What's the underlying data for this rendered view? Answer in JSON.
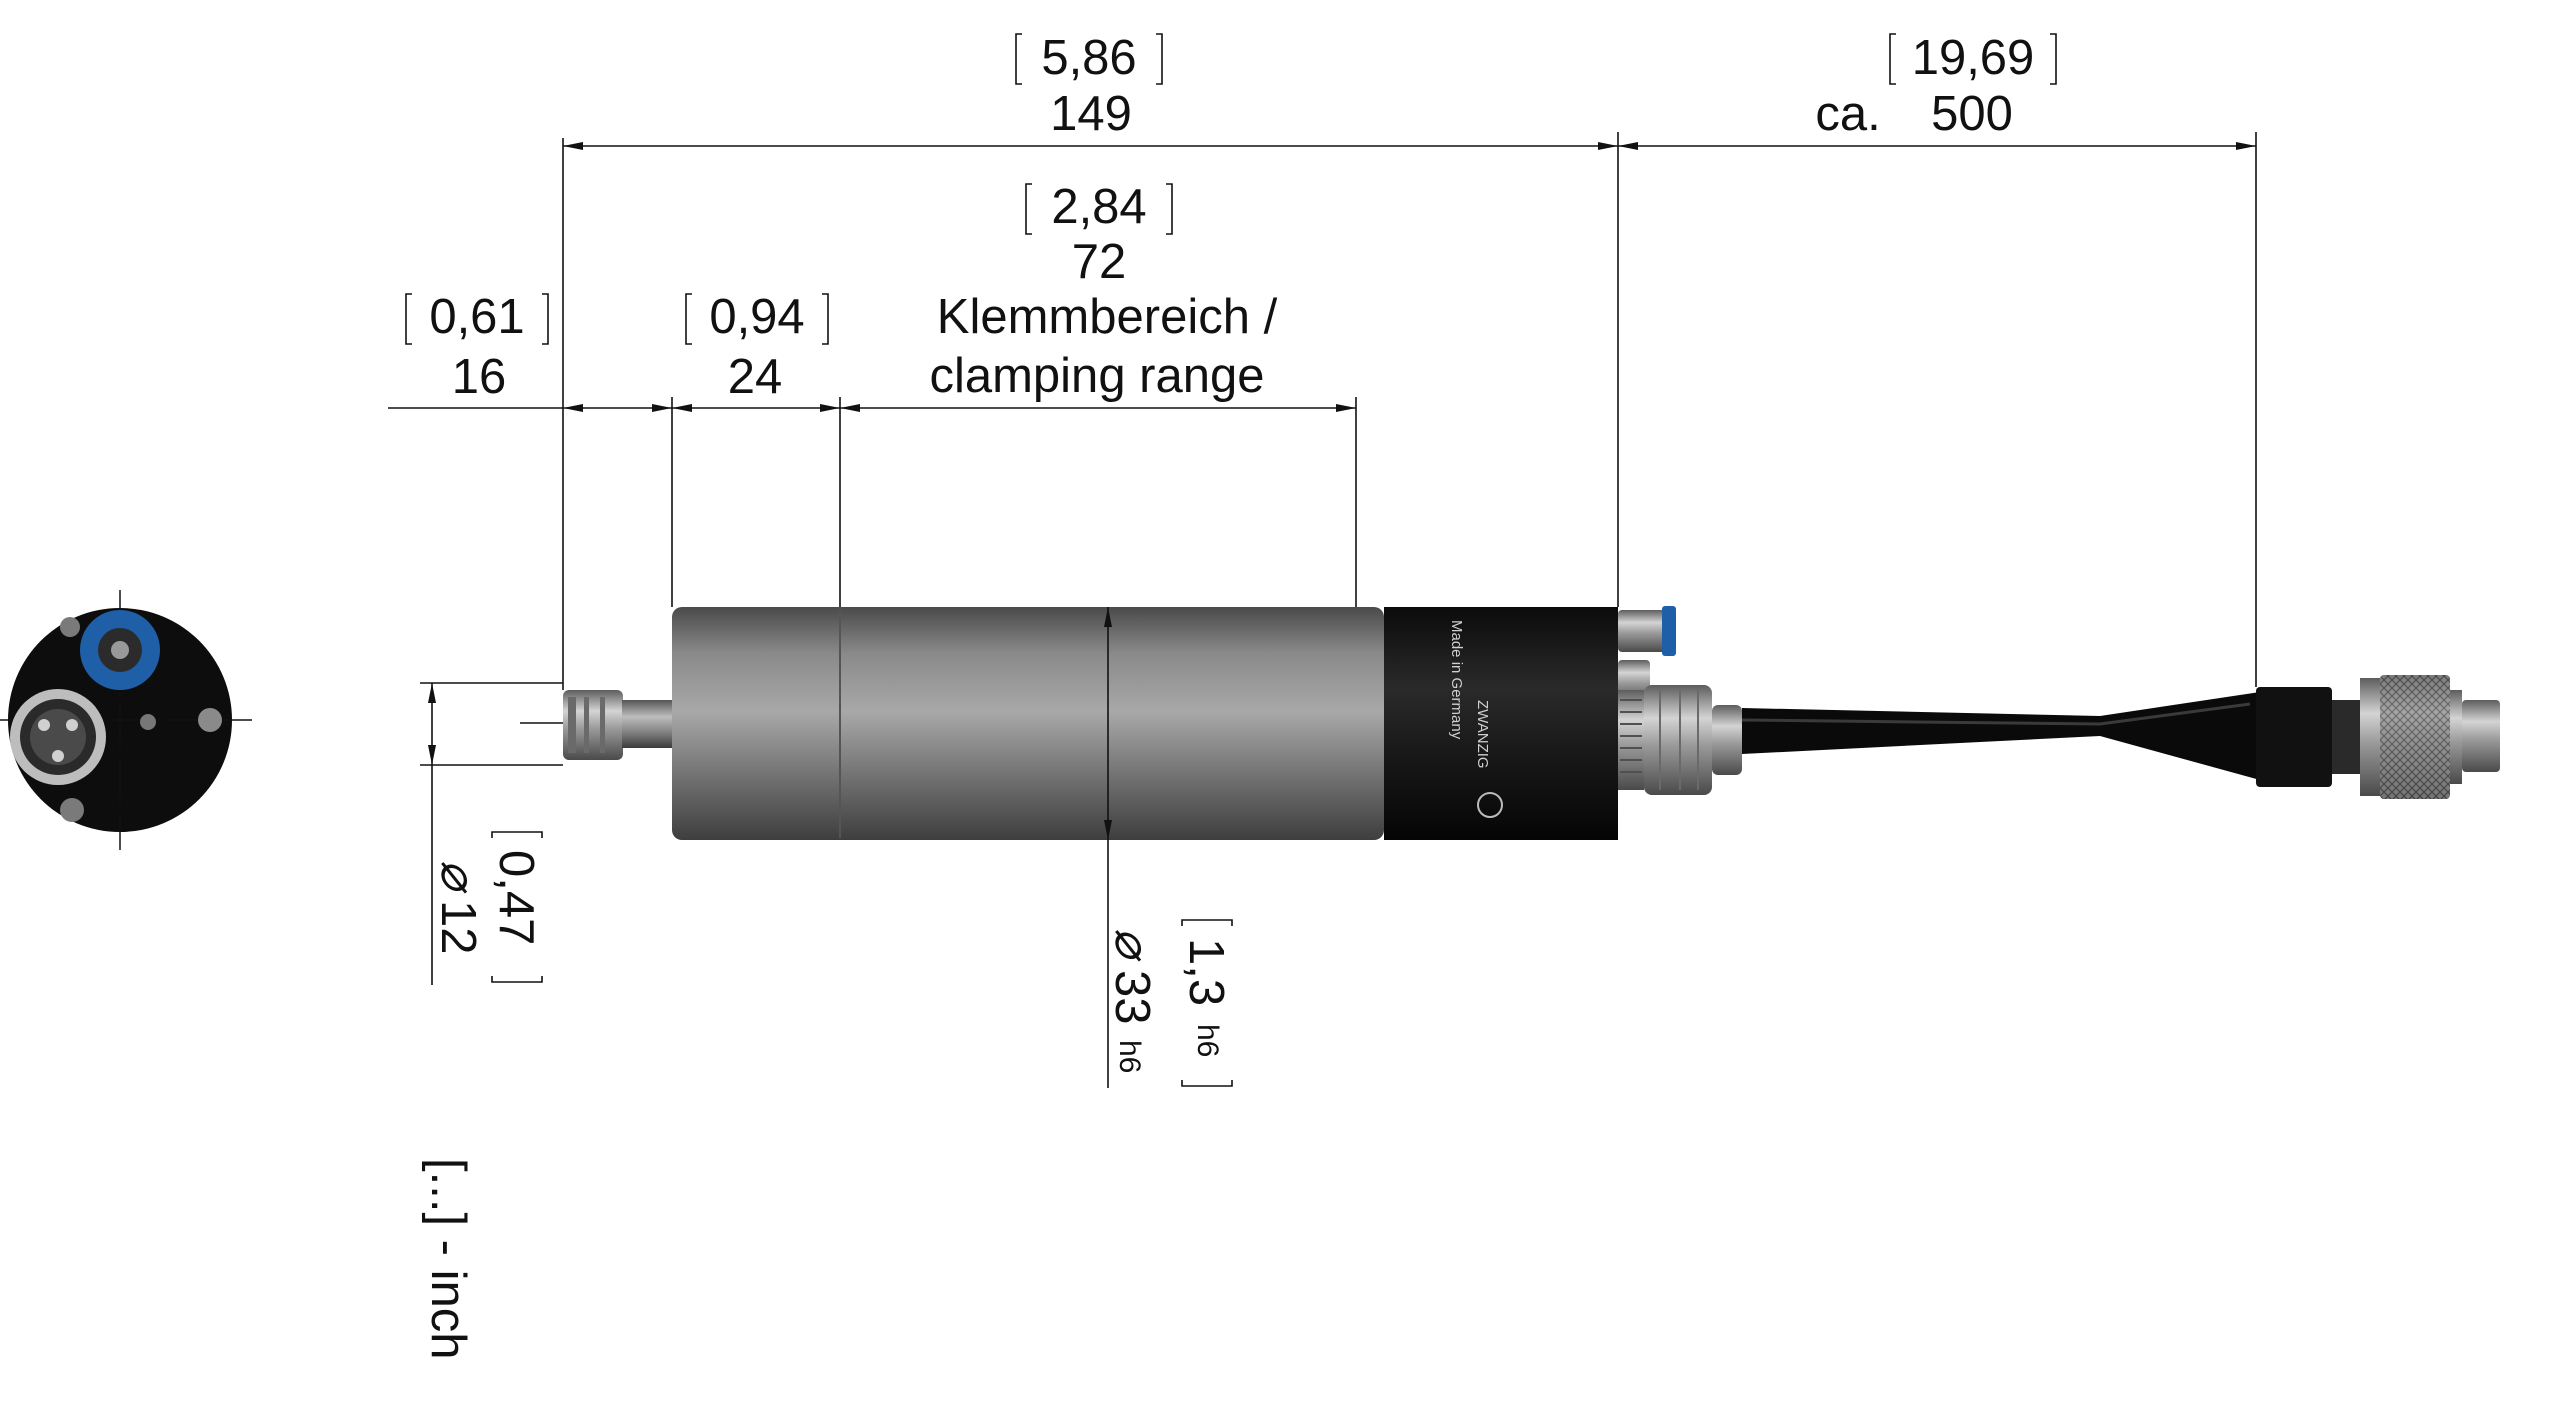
{
  "dimensions": {
    "total_length": {
      "inch": "5,86",
      "mm": "149"
    },
    "cable_length": {
      "inch": "19,69",
      "prefix": "ca.",
      "mm": "500"
    },
    "clamping_range": {
      "inch": "2,84",
      "mm": "72",
      "label_de": "Klemmbereich /",
      "label_en": "clamping range"
    },
    "shaft_length": {
      "inch": "0,61",
      "mm": "16"
    },
    "neck_length": {
      "inch": "0,94",
      "mm": "24"
    },
    "shaft_diameter": {
      "inch": "0,47",
      "symbol": "⌀",
      "mm": "12"
    },
    "body_diameter": {
      "inch": "1,3",
      "inch_tol": "h6",
      "symbol": "⌀",
      "mm": "33",
      "mm_tol": "h6"
    }
  },
  "legend": "[...] - inch",
  "product_marking": {
    "brand": "ZWANZIG",
    "origin": "Made in Germany"
  },
  "colors": {
    "body_metal": "#6b6b6b",
    "front_cap": "#151515",
    "cable": "#0a0a0a",
    "fitting_blue": "#1f5fa8",
    "line": "#111111"
  }
}
